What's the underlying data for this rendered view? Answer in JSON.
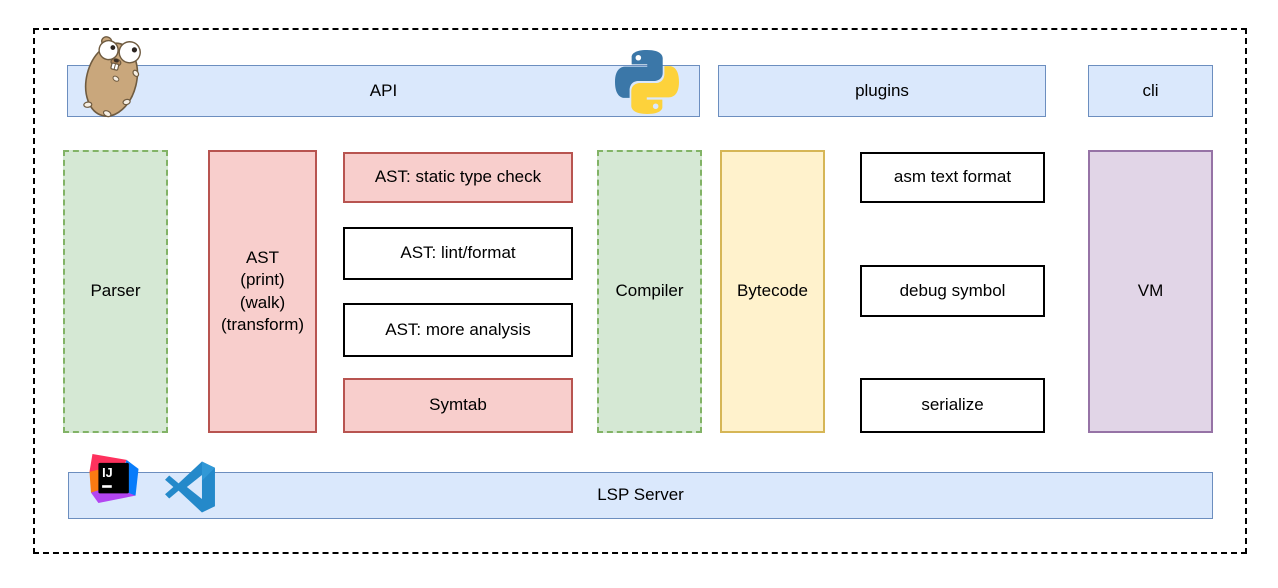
{
  "top_row": {
    "api": {
      "label": "API"
    },
    "plugins": {
      "label": "plugins"
    },
    "cli": {
      "label": "cli"
    }
  },
  "middle_row": {
    "parser": {
      "label": "Parser"
    },
    "ast": {
      "lines": [
        "AST",
        "(print)",
        "(walk)",
        "(transform)"
      ]
    },
    "ast_stack": {
      "static_type_check": "AST: static type check",
      "lint_format": "AST: lint/format",
      "more_analysis": "AST: more analysis",
      "symtab": "Symtab"
    },
    "compiler": {
      "label": "Compiler"
    },
    "bytecode": {
      "label": "Bytecode"
    },
    "output_stack": {
      "asm_text_format": "asm text format",
      "debug_symbol": "debug symbol",
      "serialize": "serialize"
    },
    "vm": {
      "label": "VM"
    }
  },
  "bottom_row": {
    "lsp_server": {
      "label": "LSP Server"
    }
  },
  "icons": {
    "go_gopher": "go-gopher-mascot",
    "python": "python-logo",
    "intellij": "intellij-idea-logo",
    "vscode": "vscode-logo"
  },
  "palette": {
    "blue_fill": "#dae8fc",
    "blue_stroke": "#6c8ebf",
    "green_fill": "#d5e8d4",
    "green_stroke": "#82b366",
    "red_fill": "#f8cecc",
    "red_stroke": "#b85450",
    "yellow_fill": "#fff2cc",
    "yellow_stroke": "#d6b656",
    "purple_fill": "#e1d5e7",
    "purple_stroke": "#9673a6",
    "white_fill": "#ffffff",
    "black_stroke": "#000000"
  }
}
